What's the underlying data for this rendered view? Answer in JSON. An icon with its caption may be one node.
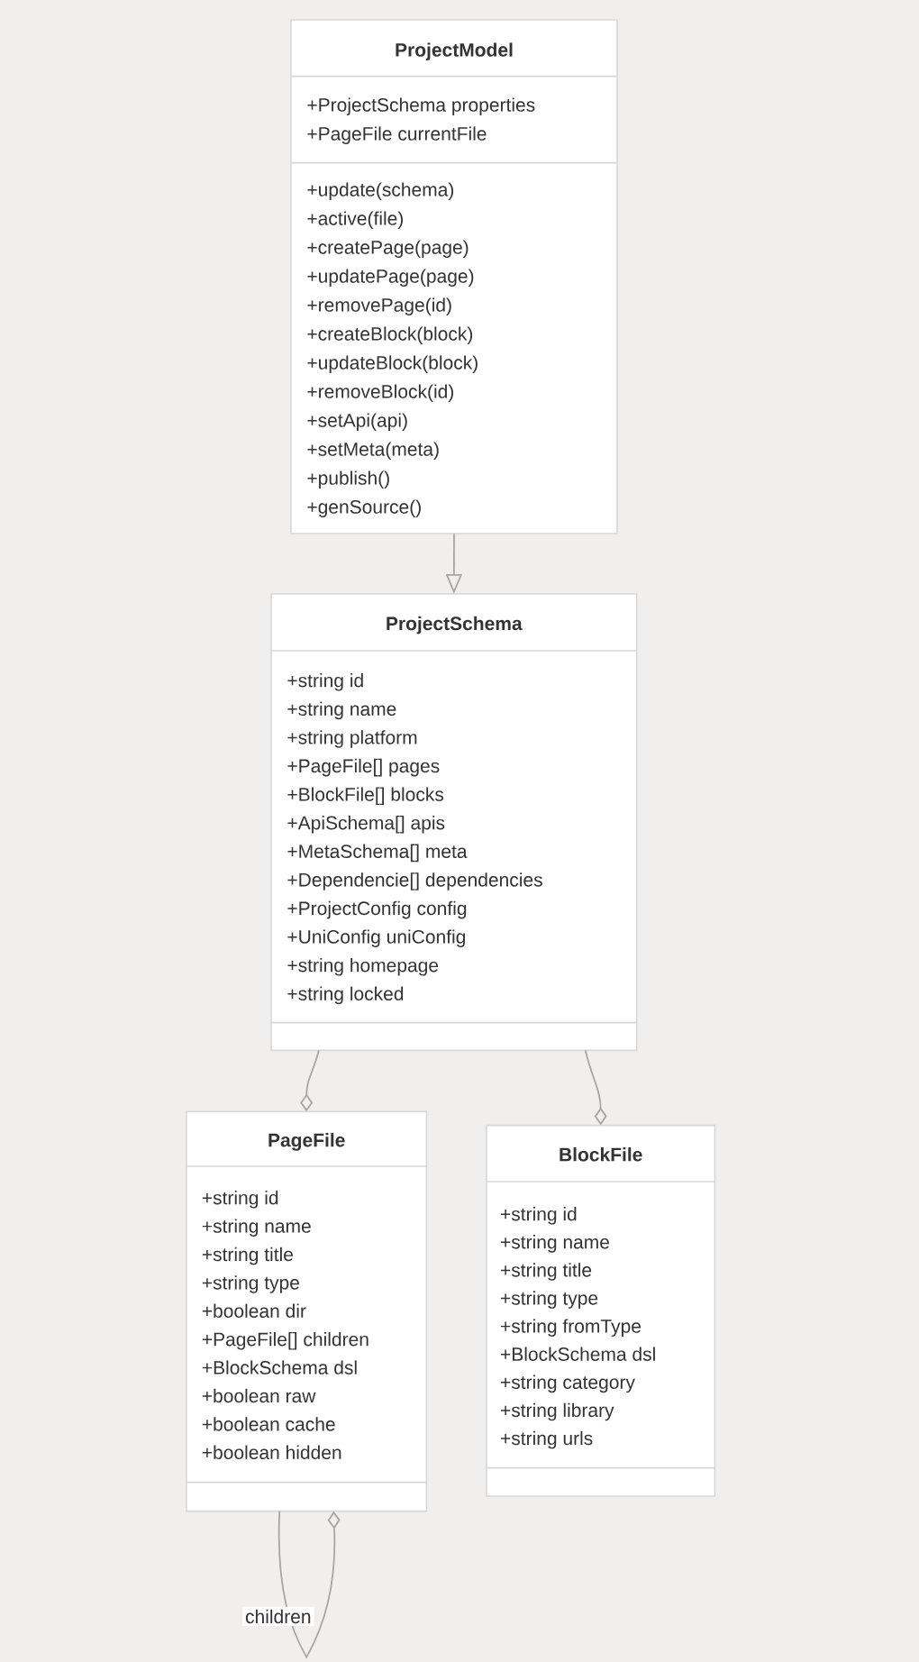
{
  "diagram": {
    "nodes": [
      {
        "text": [
          "ProjectModel",
          "+ProjectSchema properties",
          "+PageFile currentFile",
          "+update(schema)",
          "+active(file)",
          "+createPage(page)",
          "+updatePage(page)",
          "+removePage(id)",
          "+createBlock(block)",
          "+updateBlock(block)",
          "+removeBlock(id)",
          "+setApi(api)",
          "+setMeta(meta)",
          "+publish()",
          "+genSource()"
        ]
      },
      {
        "text": [
          "ProjectSchema",
          "+string id",
          "+string name",
          "+string platform",
          "+PageFile[] pages",
          "+BlockFile[] blocks",
          "+ApiSchema[] apis",
          "+MetaSchema[] meta",
          "+Dependencie[] dependencies",
          "+ProjectConfig config",
          "+UniConfig uniConfig",
          "+string homepage",
          "+string locked"
        ]
      },
      {
        "text": [
          "PageFile",
          "+string id",
          "+string name",
          "+string title",
          "+string type",
          "+boolean dir",
          "+PageFile[] children",
          "+BlockSchema dsl",
          "+boolean raw",
          "+boolean cache",
          "+boolean hidden"
        ]
      },
      {
        "text": [
          "BlockFile",
          "+string id",
          "+string name",
          "+string title",
          "+string type",
          "+string fromType",
          "+BlockSchema dsl",
          "+string category",
          "+string library",
          "+string urls"
        ]
      }
    ],
    "edges": [
      {
        "from": 0,
        "to": 1,
        "arrow": "to"
      },
      {
        "from": 1,
        "to": 2,
        "arrow": "other"
      },
      {
        "from": 1,
        "to": 3,
        "arrow": "other"
      },
      {
        "from": 2,
        "to": 2,
        "arrow": "other",
        "label": "children"
      }
    ]
  }
}
